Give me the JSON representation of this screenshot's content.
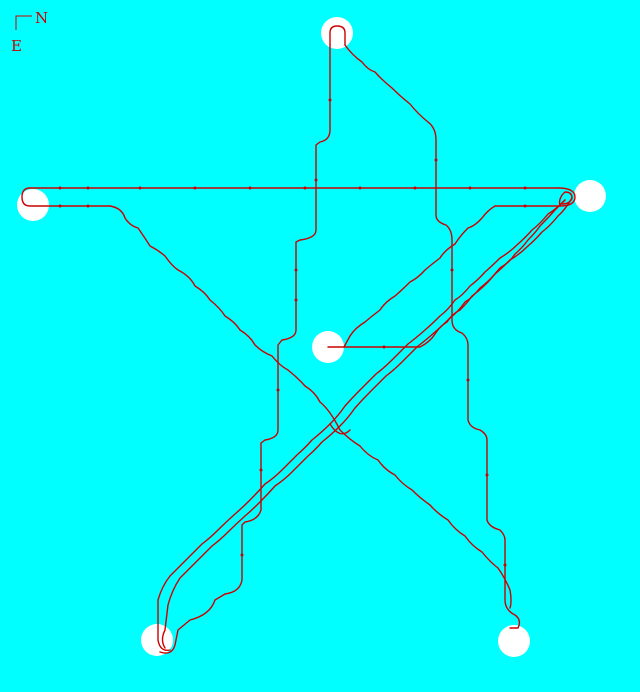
{
  "colors": {
    "background": "#00ffff",
    "track": "#cc0000",
    "station": "#ffffff"
  },
  "compass": {
    "north_label": "N",
    "east_label": "E"
  },
  "stations": [
    {
      "id": "top"
    },
    {
      "id": "upper-right"
    },
    {
      "id": "left"
    },
    {
      "id": "center"
    },
    {
      "id": "bottom-left"
    },
    {
      "id": "bottom-right"
    }
  ]
}
